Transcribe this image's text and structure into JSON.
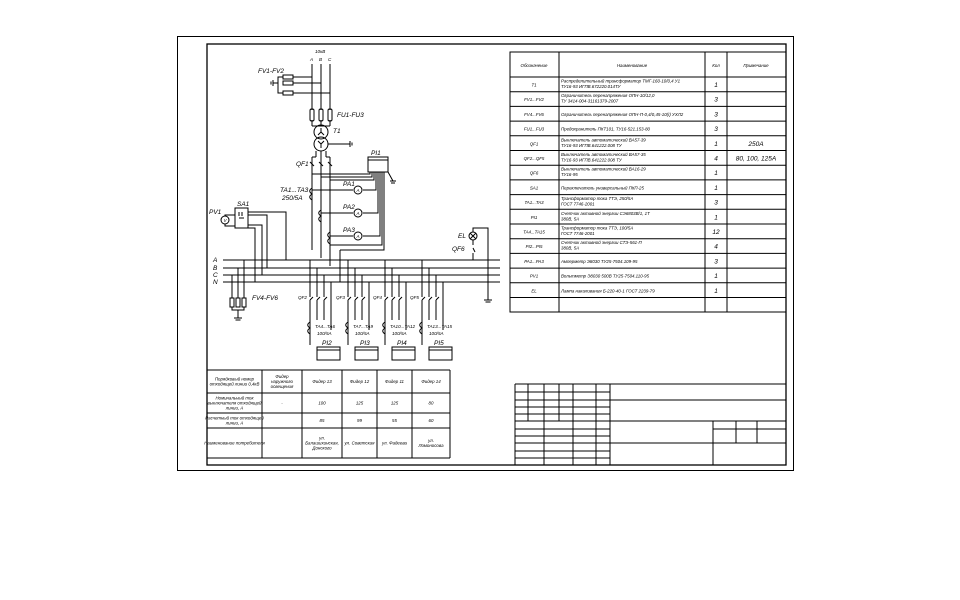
{
  "schematic": {
    "voltage": "10кВ",
    "phases_top": [
      "A",
      "B",
      "C"
    ],
    "bus_labels": [
      "A",
      "B",
      "C",
      "N"
    ],
    "labels": {
      "fv1": "FV1-FV2",
      "fu1": "FU1-FU3",
      "t1": "T1",
      "qf1": "QF1",
      "pi1": "PI1",
      "ta1": "TA1...TA3",
      "ta1_ratio": "250/5A",
      "pa1": "PA1",
      "pa2": "PA2",
      "pa3": "PA3",
      "sa1": "SA1",
      "pv1": "PV1",
      "fv4": "FV4-FV6",
      "el": "EL",
      "qf6": "QF6",
      "meter_a": "A",
      "meter_v": "V"
    },
    "feeders": [
      {
        "qf": "QF2",
        "ta": "TA4...TA6",
        "ratio": "100/5A",
        "pi": "PI2"
      },
      {
        "qf": "QF3",
        "ta": "TA7...TA9",
        "ratio": "100/5A",
        "pi": "PI3"
      },
      {
        "qf": "QF4",
        "ta": "TA10...TA12",
        "ratio": "100/5A",
        "pi": "PI4"
      },
      {
        "qf": "QF5",
        "ta": "TA13...TA15",
        "ratio": "100/5A",
        "pi": "PI5"
      }
    ]
  },
  "spec_table": {
    "headers": [
      "Обозначение",
      "Наименование",
      "Кол",
      "Примечание"
    ],
    "rows": [
      {
        "code": "T1",
        "name": [
          "Распределительный трансформатор ТМГ-160-10/0,4 У1",
          "ТУ16-93 ИГПВ.672220.014ТУ"
        ],
        "qty": "1",
        "note": ""
      },
      {
        "code": "FV1...FV2",
        "name": [
          "Ограничитель перенапряжения ОПН-10/12,0",
          "ТУ 3414-004-31161379-2007"
        ],
        "qty": "3",
        "note": ""
      },
      {
        "code": "FV4...FV6",
        "name": [
          "Ограничитель перенапряжения ОПН-П-0,4/0,45-10(I) УХЛ2"
        ],
        "qty": "3",
        "note": ""
      },
      {
        "code": "FU1...FU3",
        "name": [
          "Предохранитель ПКТ101, ТУ16-521.153-80"
        ],
        "qty": "3",
        "note": ""
      },
      {
        "code": "QF1",
        "name": [
          "Выключатель автоматический ВА57-39",
          "ТУ16-93 ИГПВ.641222.008 ТУ"
        ],
        "qty": "1",
        "note": "250А"
      },
      {
        "code": "QF2...QF5",
        "name": [
          "Выключатель автоматический ВА57-35",
          "ТУ16-93 ИГПВ.641222.008 ТУ"
        ],
        "qty": "4",
        "note": "80, 100, 125А"
      },
      {
        "code": "QF6",
        "name": [
          "Выключатель автоматический ВА16-29",
          "ТУ16-95"
        ],
        "qty": "1",
        "note": ""
      },
      {
        "code": "SA1",
        "name": [
          "Переключатель универсальный ПКП-25"
        ],
        "qty": "1",
        "note": ""
      },
      {
        "code": "TA1...TA3",
        "name": [
          "Трансформатор тока ТТЭ, 250/5А",
          "ГОСТ 7746-2001"
        ],
        "qty": "3",
        "note": ""
      },
      {
        "code": "PI1",
        "name": [
          "Счетчик активной энергии СЭ6803В/1, 1Т",
          "380В, 5А"
        ],
        "qty": "1",
        "note": ""
      },
      {
        "code": "TA4...TA15",
        "name": [
          "Трансформатор тока ТТЭ, 100/5А",
          "ГОСТ 7746-2001"
        ],
        "qty": "12",
        "note": ""
      },
      {
        "code": "PI2...PI5",
        "name": [
          "Счетчик активной энергии СТЭ-561-П",
          "380В, 5А"
        ],
        "qty": "4",
        "note": ""
      },
      {
        "code": "PA1...PA3",
        "name": [
          "Амперметр Э8030 ТУ25-7504.109-95"
        ],
        "qty": "3",
        "note": ""
      },
      {
        "code": "PV1",
        "name": [
          "Вольтметр Э8030 500В ТУ25-7504.110-95"
        ],
        "qty": "1",
        "note": ""
      },
      {
        "code": "EL",
        "name": [
          "Лампа накаливания Б-220-40-1 ГОСТ 2239-79"
        ],
        "qty": "1",
        "note": ""
      }
    ]
  },
  "feeder_table": {
    "rows": [
      [
        "Порядковый номер отходящей линии 0,4кВ",
        "Фидер наружного освещения",
        "Фидер 13",
        "Фидер 12",
        "Фидер 11",
        "Фидер 14"
      ],
      [
        "Номинальный ток выключателя отходящей линии, А",
        "-",
        "100",
        "125",
        "125",
        "80"
      ],
      [
        "Расчетный ток отходящей линии, А",
        "",
        "85",
        "99",
        "55",
        "60"
      ],
      [
        "Наименование потребителя",
        "",
        "ул. Балашихинская, Донского",
        "ул. Советская",
        "ул. Фадеева",
        "ул. Ломоносова"
      ]
    ]
  }
}
